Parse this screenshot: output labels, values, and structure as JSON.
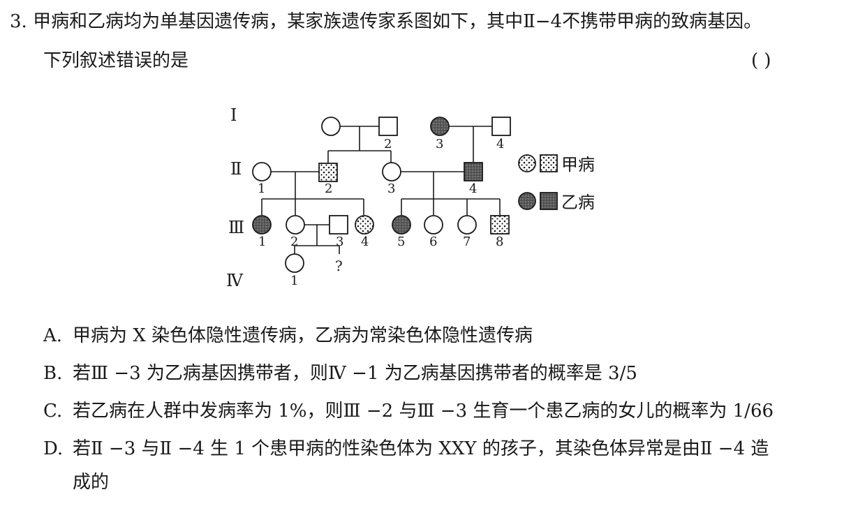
{
  "question": {
    "number": "3.",
    "stem_line1": "甲病和乙病均为单基因遗传病，某家族遗传家系图如下，其中Ⅱ−4不携带甲病的致病基因。",
    "stem_line2": "下列叙述错误的是",
    "answer_parens": "(        )"
  },
  "pedigree": {
    "generation_labels": [
      "Ⅰ",
      "Ⅱ",
      "Ⅲ",
      "Ⅳ"
    ],
    "legend": {
      "disease_a": "甲病",
      "disease_b": "乙病"
    },
    "unknown_marker": "?",
    "individuals": [
      {
        "id": "I-1",
        "sex": "female",
        "status": "normal",
        "label": ""
      },
      {
        "id": "I-2",
        "sex": "male",
        "status": "normal",
        "label": "2"
      },
      {
        "id": "I-3",
        "sex": "female",
        "status": "disease_b",
        "label": "3"
      },
      {
        "id": "I-4",
        "sex": "male",
        "status": "normal",
        "label": "4"
      },
      {
        "id": "II-1",
        "sex": "female",
        "status": "normal",
        "label": "1"
      },
      {
        "id": "II-2",
        "sex": "male",
        "status": "disease_a",
        "label": "2"
      },
      {
        "id": "II-3",
        "sex": "female",
        "status": "normal",
        "label": "3"
      },
      {
        "id": "II-4",
        "sex": "male",
        "status": "disease_b",
        "label": "4"
      },
      {
        "id": "III-1",
        "sex": "female",
        "status": "disease_b",
        "label": "1"
      },
      {
        "id": "III-2",
        "sex": "female",
        "status": "normal",
        "label": "2"
      },
      {
        "id": "III-3",
        "sex": "male",
        "status": "normal",
        "label": "3"
      },
      {
        "id": "III-4",
        "sex": "female",
        "status": "disease_a",
        "label": "4"
      },
      {
        "id": "III-5",
        "sex": "female",
        "status": "disease_b",
        "label": "5"
      },
      {
        "id": "III-6",
        "sex": "female",
        "status": "normal",
        "label": "6"
      },
      {
        "id": "III-7",
        "sex": "female",
        "status": "normal",
        "label": "7"
      },
      {
        "id": "III-8",
        "sex": "male",
        "status": "disease_a",
        "label": "8"
      },
      {
        "id": "IV-1",
        "sex": "female",
        "status": "normal",
        "label": "1"
      }
    ]
  },
  "options": [
    {
      "key": "A.",
      "text": "甲病为 X 染色体隐性遗传病，乙病为常染色体隐性遗传病"
    },
    {
      "key": "B.",
      "text": "若Ⅲ −3 为乙病基因携带者，则Ⅳ −1 为乙病基因携带者的概率是 3/5"
    },
    {
      "key": "C.",
      "text": "若乙病在人群中发病率为 1%，则Ⅲ −2 与Ⅲ −3 生育一个患乙病的女儿的概率为 1/66"
    },
    {
      "key": "D.",
      "text": "若Ⅱ −3 与Ⅱ −4 生 1 个患甲病的性染色体为 XXY 的孩子，其染色体异常是由Ⅱ −4 造",
      "text_cont": "成的"
    }
  ],
  "colors": {
    "ink": "#1a1a1a",
    "disease_b_fill": "#555555",
    "disease_a_fill": "#ffffff"
  }
}
